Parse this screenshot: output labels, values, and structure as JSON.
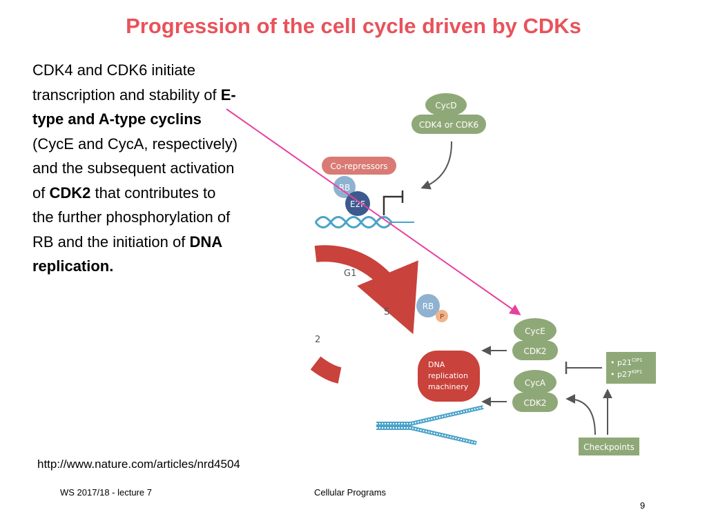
{
  "title": "Progression of the cell cycle driven by CDKs",
  "body": {
    "part1": "CDK4 and CDK6 initiate transcription and stability of ",
    "bold1": "E-type and A-type cyclins",
    "part2": " (CycE and CycA, respectively) and the subsequent activation of ",
    "bold2": "CDK2",
    "part3": " that contributes to the further phosphorylation of RB and the initiation of ",
    "bold3": "DNA replication."
  },
  "diagram": {
    "cycd": "CycD",
    "cdk46": "CDK4 or CDK6",
    "corepressors": "Co-repressors",
    "rb": "RB",
    "e2f": "E2F",
    "g1": "G1",
    "s": "S",
    "g2_fragment": "2",
    "rbp_rb": "RB",
    "rbp_p": "P",
    "cyce": "CycE",
    "cdk2_top": "CDK2",
    "cyca": "CycA",
    "cdk2_bottom": "CDK2",
    "dna_rep_line1": "DNA",
    "dna_rep_line2": "replication",
    "dna_rep_line3": "machinery",
    "p21": "• p21",
    "p21_sup": "CIP1",
    "p27": "• p27",
    "p27_sup": "KIP1",
    "checkpoints": "Checkpoints"
  },
  "colors": {
    "title": "#e8535b",
    "arrow": "#e8409f",
    "green_protein": "#8fa878",
    "rb_blue": "#8fb2d0",
    "e2f_blue": "#3c5a8e",
    "corepressor_red": "#d97b74",
    "cycle_red": "#c9423b",
    "dna_blue": "#4aa3c9"
  },
  "url": "http://www.nature.com/articles/nrd4504",
  "footer": {
    "left": "WS 2017/18 - lecture 7",
    "center": "Cellular Programs",
    "page": "9"
  }
}
